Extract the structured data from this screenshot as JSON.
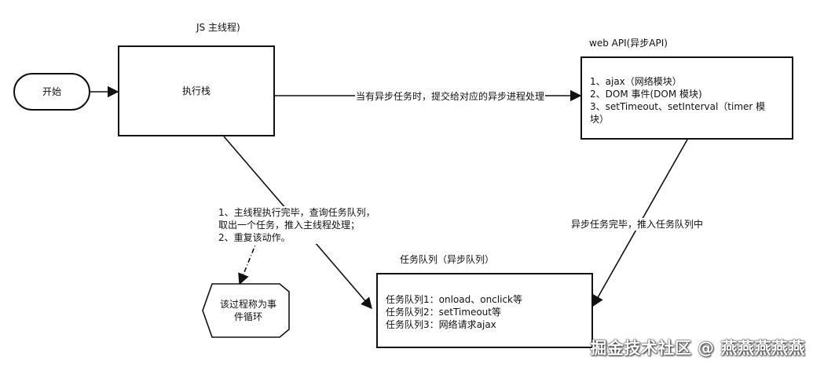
{
  "nodes": {
    "start": "开始",
    "main_thread_title": "JS 主线程)",
    "call_stack": "执行栈",
    "web_api_title": "web API(异步API)",
    "web_api_lines": [
      "1、ajax（网络模块）",
      "2、DOM 事件(DOM 模块)",
      "3、setTimeout、setInterval（timer 模",
      "块）"
    ],
    "queue_title": "任务队列（异步队列）",
    "queue_lines": [
      "任务队列1：onload、onclick等",
      "任务队列2：setTimeout等",
      "任务队列3：网络请求ajax"
    ],
    "loop_lines": [
      "该过程称为事",
      "件循环"
    ]
  },
  "edges": {
    "stack_to_api": "当有异步任务时，提交给对应的异步进程处理",
    "api_to_queue": "异步任务完毕，推入任务队列中",
    "queue_to_stack_lines": [
      "1、主线程执行完毕，查询任务队列，",
      "取出一个任务，推入主线程处理；",
      "2、重复该动作。"
    ]
  },
  "watermark": "掘金技术社区 @ 燕燕燕燕燕",
  "colors": {
    "stroke": "#111111",
    "text": "#111111",
    "background": "#ffffff"
  }
}
